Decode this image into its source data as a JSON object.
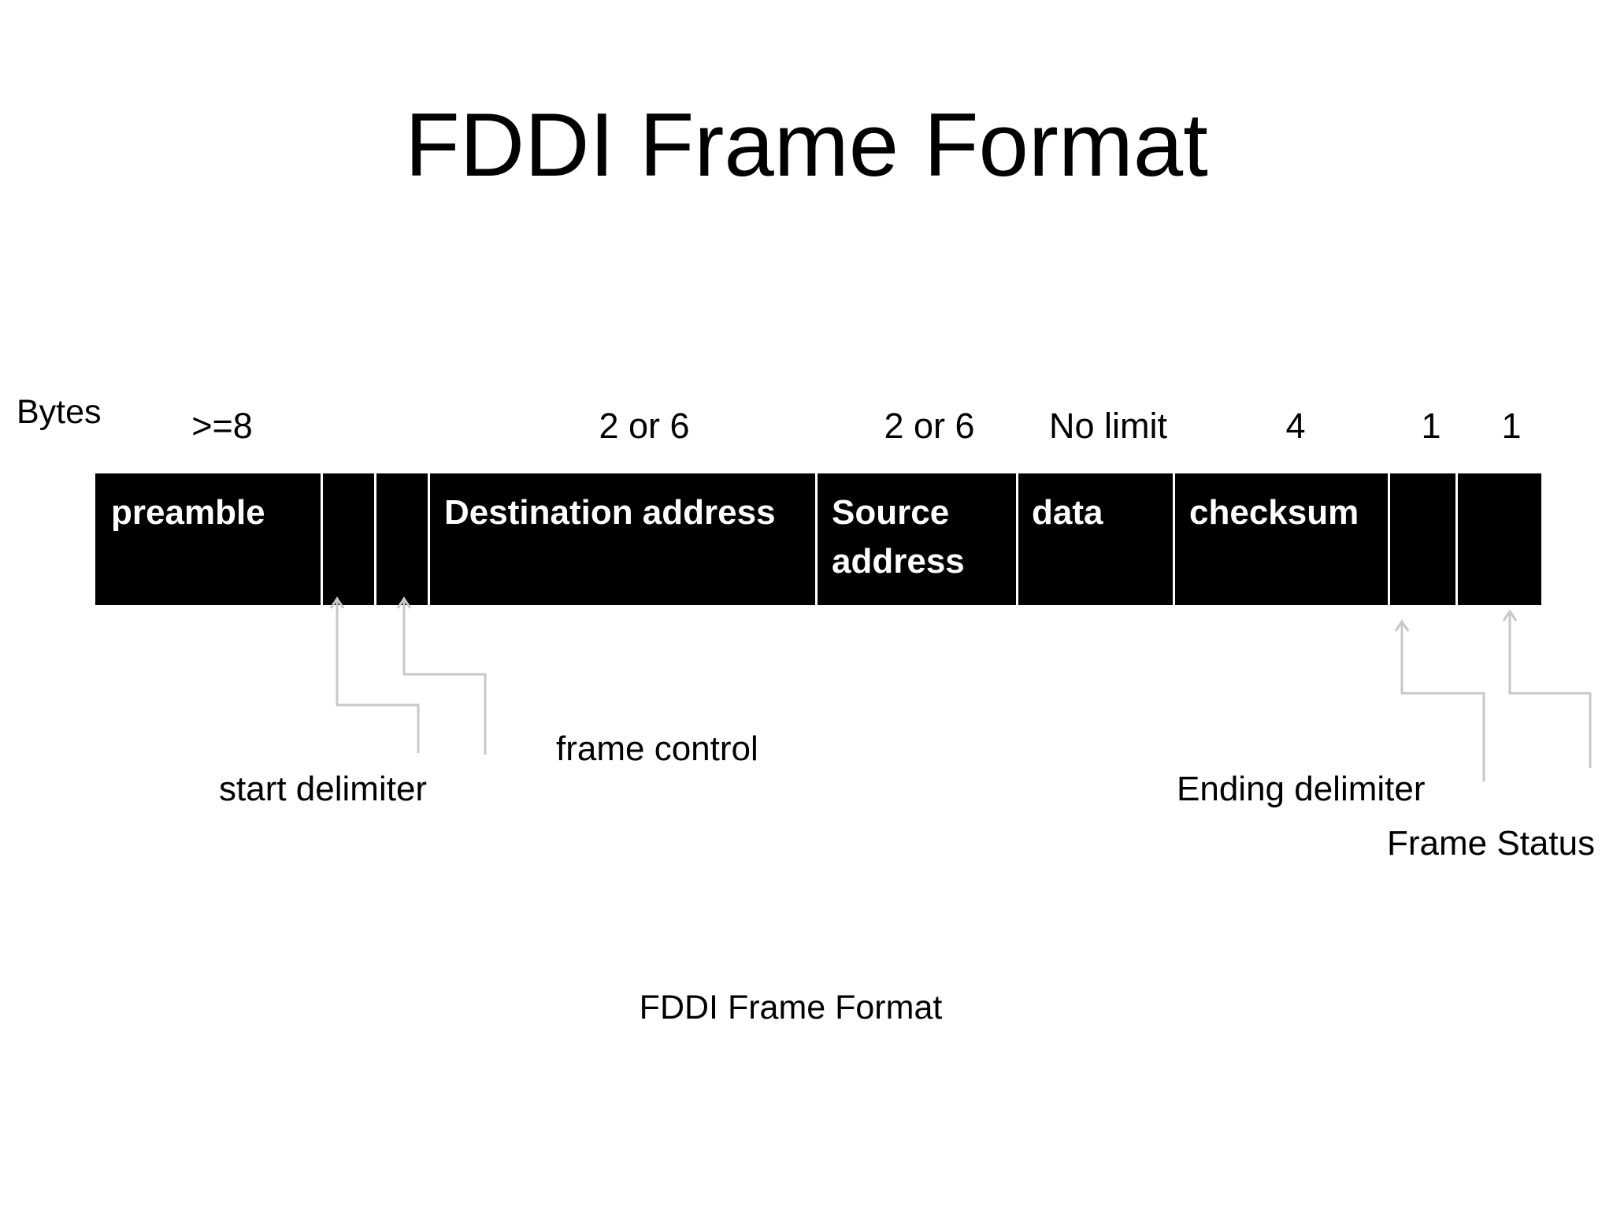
{
  "title": "FDDI Frame Format",
  "bytes_label": "Bytes",
  "sizes": [
    ">=8",
    "2 or 6",
    "2 or 6",
    "No limit",
    "4",
    "1",
    "1"
  ],
  "fields": [
    "preamble",
    "Destination  address",
    "Source\naddress",
    "data",
    "checksum"
  ],
  "callouts": {
    "start_delimiter": "start delimiter",
    "frame_control": "frame control",
    "ending_delimiter": "Ending delimiter",
    "frame_status": "Frame Status"
  },
  "caption": "FDDI Frame Format",
  "colors": {
    "frame_fill": "#000000",
    "field_text": "#ffffff",
    "connector": "#c8c8c8"
  }
}
